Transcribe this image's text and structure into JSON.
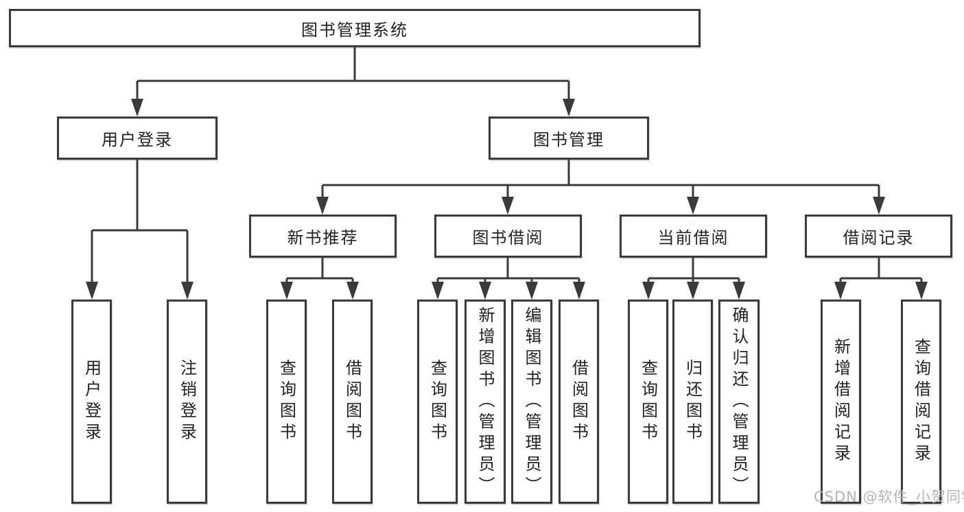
{
  "diagram": {
    "root": {
      "label": "图书管理系统"
    },
    "branches": [
      {
        "label": "用户登录",
        "children": [
          {
            "label": "用户登录"
          },
          {
            "label": "注销登录"
          }
        ]
      },
      {
        "label": "图书管理",
        "children": [
          {
            "label": "新书推荐",
            "children": [
              {
                "label": "查询图书"
              },
              {
                "label": "借阅图书"
              }
            ]
          },
          {
            "label": "图书借阅",
            "children": [
              {
                "label": "查询图书"
              },
              {
                "label": "新增图书（管理员）"
              },
              {
                "label": "编辑图书（管理员）"
              },
              {
                "label": "借阅图书"
              }
            ]
          },
          {
            "label": "当前借阅",
            "children": [
              {
                "label": "查询图书"
              },
              {
                "label": "归还图书"
              },
              {
                "label": "确认归还（管理员）"
              }
            ]
          },
          {
            "label": "借阅记录",
            "children": [
              {
                "label": "新增借阅记录"
              },
              {
                "label": "查询借阅记录"
              }
            ]
          }
        ]
      }
    ]
  },
  "watermark": {
    "text": "CSDN @软件_小贺同学"
  },
  "colors": {
    "line": "#3a3a3a",
    "box_border": "#3a3a3a",
    "box_fill": "#ffffff",
    "text": "#222222",
    "watermark": "#b3b3b3",
    "background": "#ffffff"
  }
}
